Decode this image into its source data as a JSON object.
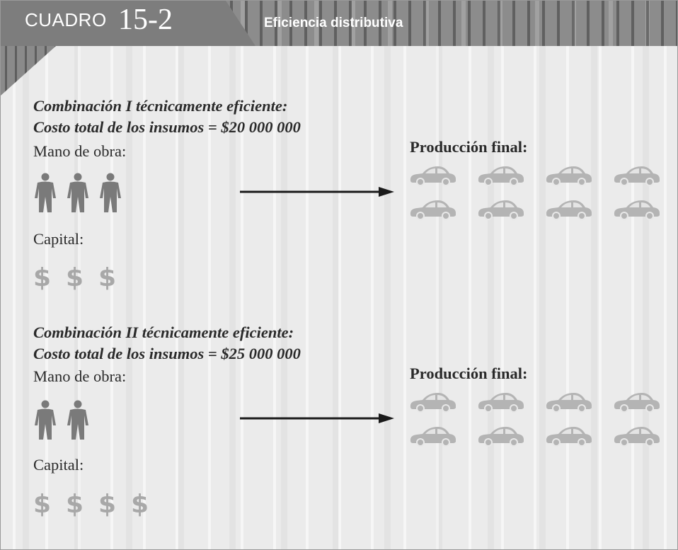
{
  "header": {
    "label": "CUADRO",
    "number": "15-2",
    "title": "Eficiencia distributiva"
  },
  "colors": {
    "header_bg": "#8c8c8c",
    "body_bg": "#ebebeb",
    "person": "#7a7a7a",
    "dollar": "#a8a8a8",
    "car": "#b4b4b4",
    "arrow": "#1a1a1a"
  },
  "combinations": [
    {
      "title_line1": "Combinación I técnicamente eficiente:",
      "title_line2": "Costo total de los insumos = $20 000 000",
      "labor_label": "Mano de obra:",
      "labor_count": 3,
      "capital_label": "Capital:",
      "capital_count": 3,
      "capital_symbol": "$",
      "output_label": "Producción final:",
      "output_count": 8,
      "labor_icon": "person-icon",
      "output_icon": "car-icon"
    },
    {
      "title_line1": "Combinación II técnicamente eficiente:",
      "title_line2": "Costo total de los insumos = $25 000 000",
      "labor_label": "Mano de obra:",
      "labor_count": 2,
      "capital_label": "Capital:",
      "capital_count": 4,
      "capital_symbol": "$",
      "output_label": "Producción final:",
      "output_count": 8,
      "labor_icon": "person-icon",
      "output_icon": "car-icon"
    }
  ]
}
